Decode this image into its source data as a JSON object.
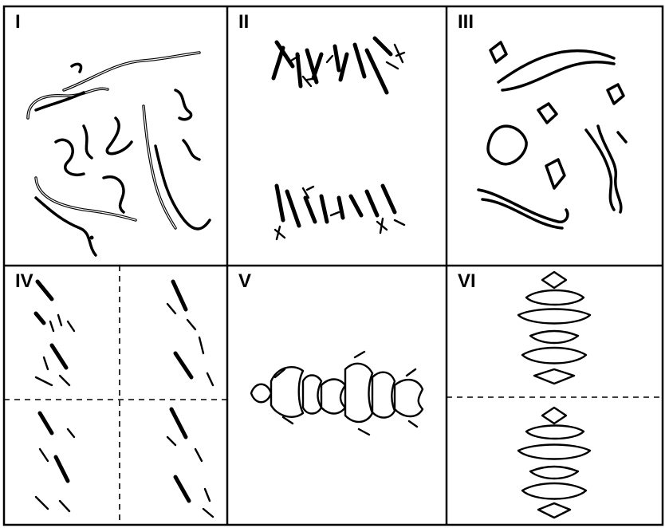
{
  "figure": {
    "panels": [
      {
        "id": "p1",
        "label": "I"
      },
      {
        "id": "p2",
        "label": "II"
      },
      {
        "id": "p3",
        "label": "III"
      },
      {
        "id": "p4",
        "label": "IV"
      },
      {
        "id": "p5",
        "label": "V"
      },
      {
        "id": "p6",
        "label": "VI"
      }
    ],
    "colors": {
      "ink": "#000000",
      "paper": "#ffffff"
    }
  }
}
